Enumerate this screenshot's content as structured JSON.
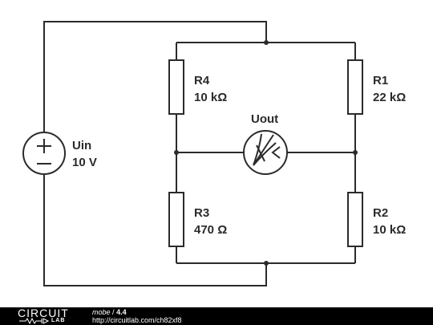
{
  "components": {
    "source": {
      "name": "Uin",
      "value": "10 V"
    },
    "r1": {
      "name": "R1",
      "value": "22 kΩ"
    },
    "r2": {
      "name": "R2",
      "value": "10 kΩ"
    },
    "r3": {
      "name": "R3",
      "value": "470 Ω"
    },
    "r4": {
      "name": "R4",
      "value": "10 kΩ"
    },
    "meter": {
      "name": "Uout"
    }
  },
  "footer": {
    "logo_top": "CIRCUIT",
    "logo_bottom": "LAB",
    "author": "mobe",
    "separator": "/",
    "version": "4.4",
    "url": "http://circuitlab.com/ch82xf8"
  }
}
